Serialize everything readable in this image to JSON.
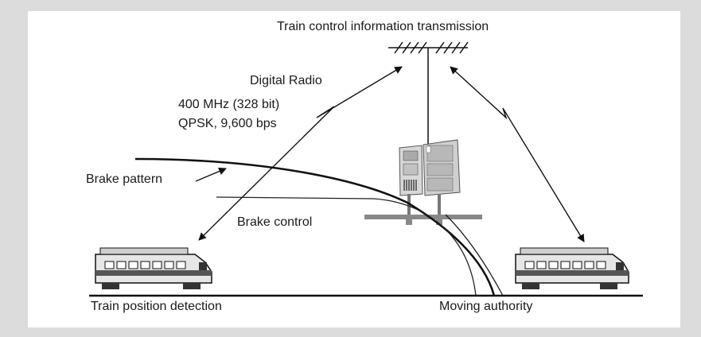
{
  "labels": {
    "transmission": "Train control information transmission",
    "digital_radio": "Digital Radio",
    "radio_spec_line1": "400 MHz (328 bit)",
    "radio_spec_line2": "QPSK, 9,600 bps",
    "brake_pattern": "Brake pattern",
    "brake_control": "Brake control",
    "train_position": "Train position detection",
    "moving_authority": "Moving authority"
  }
}
